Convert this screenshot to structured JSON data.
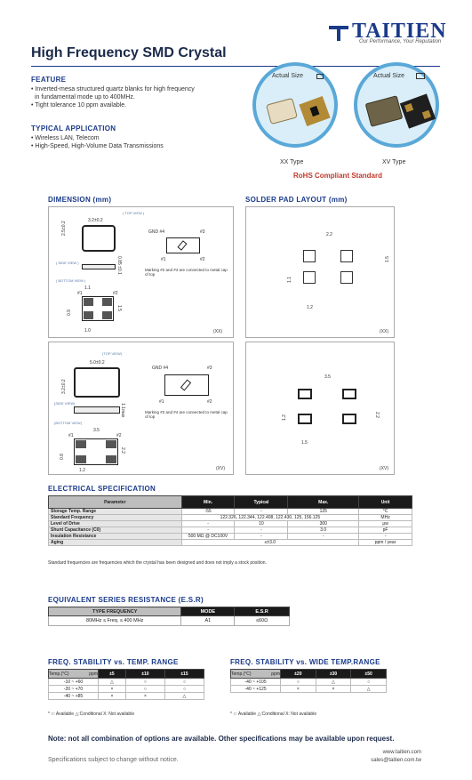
{
  "brand": {
    "name": "TAITIEN",
    "tagline": "Our Performance, Your Reputation"
  },
  "title": "High Frequency SMD Crystal",
  "feature": {
    "heading": "FEATURE",
    "bullets": [
      "• Inverted-mesa structured quartz blanks for high frequency",
      "  in fundamental mode up to 400MHz.",
      "• Tight tolerance 10 ppm available."
    ]
  },
  "application": {
    "heading": "TYPICAL APPLICATION",
    "bullets": [
      "• Wireless LAN, Telecom",
      "• High-Speed, High-Volume Data Transmissions"
    ]
  },
  "photos": {
    "actual_size": "Actual Size",
    "type_xx": "XX Type",
    "type_xv": "XV Type",
    "rohs": "RoHS Compliant Standard"
  },
  "dimension": {
    "heading": "DIMENSION (mm)",
    "xx": {
      "top_view": "( TOP VIEW )",
      "side_view": "( SIDE VIEW )",
      "bottom_view": "( BOTTOM VIEW )",
      "w": "3.2±0.2",
      "h": "2.5±0.2",
      "t": "0.85 ±0.1",
      "gnd": "GND #4",
      "p3": "#3",
      "p1": "#1",
      "p2": "#2",
      "b1": "1.1",
      "b2": "1.5",
      "b3": "0.9",
      "b4": "1.0",
      "marking": "Marking #2 and #4 are connected to metal cap of top",
      "tag": "(XX)"
    },
    "xv": {
      "top_view": "(TOP VIEW)",
      "side_view": "(SIDE VIEW)",
      "bottom_view": "(BOTTOM VIEW)",
      "w": "5.0±0.2",
      "h": "3.2±0.2",
      "t": "1.1max",
      "gnd": "GND #4",
      "p3": "#3",
      "p1": "#1",
      "p2": "#2",
      "b1": "3.5",
      "b2": "2.2",
      "b3": "1.2",
      "b4": "0.8",
      "marking": "Marking #2 and #4 are connected to metal cap of top",
      "tag": "(XV)"
    }
  },
  "solder": {
    "heading": "SOLDER PAD LAYOUT (mm)",
    "xx": {
      "a": "2.2",
      "b": "1.1",
      "c": "1.5",
      "d": "1.2",
      "tag": "(XX)"
    },
    "xv": {
      "a": "3.5",
      "b": "1.2",
      "c": "2.2",
      "d": "1.5",
      "tag": "(XV)"
    }
  },
  "electrical": {
    "heading": "ELECTRICAL SPECIFICATION",
    "headers": [
      "Parameter",
      "Min.",
      "Typical",
      "Max.",
      "Unit"
    ],
    "rows": [
      [
        "Storage Temp. Range",
        "-55",
        "-",
        "125",
        "°C"
      ],
      [
        "Standard Frequency",
        "122.326, 122.344, 122.408, 122.430, 125, 156.125",
        "",
        "",
        "MHz"
      ],
      [
        "Level of Drive",
        "-",
        "10",
        "300",
        "μw"
      ],
      [
        "Shunt Capacitance (C0)",
        "-",
        "-",
        "3.0",
        "pF"
      ],
      [
        "Insulation Resistance",
        "500 MΩ @ DC100V",
        "-",
        "-",
        "-"
      ],
      [
        "Aging",
        "",
        "≤±3.0",
        "",
        "ppm / year"
      ]
    ],
    "footnote": "Standard frequencies are frequencies which the crystal has been designed and does not imply a stock position."
  },
  "esr": {
    "heading": "EQUIVALENT SERIES RESISTANCE (E.S.R)",
    "headers": [
      "TYPE FREQUENCY",
      "MODE",
      "E.S.R"
    ],
    "rows": [
      [
        "80MHz ≤ Freq. ≤ 400 MHz",
        "A1",
        "≤60Ω"
      ]
    ]
  },
  "freq_temp": {
    "heading": "FREQ. STABILITY vs. TEMP. RANGE",
    "corner_ppm": "ppm",
    "corner_temp": "Temp.(°C)",
    "cols": [
      "±5",
      "±10",
      "±15"
    ],
    "rows": [
      [
        "-10 ~ +60",
        "△",
        "○",
        "○"
      ],
      [
        "-20 ~ +70",
        "×",
        "○",
        "○"
      ],
      [
        "-40 ~ +85",
        "×",
        "×",
        "△"
      ]
    ],
    "legend": "* ○: Available △:Conditional X: Not available"
  },
  "freq_wide": {
    "heading": "FREQ. STABILITY vs. WIDE TEMP.RANGE",
    "corner_ppm": "ppm",
    "corner_temp": "Temp.(°C)",
    "cols": [
      "±20",
      "±30",
      "±50"
    ],
    "rows": [
      [
        "-40 ~ +105",
        "○",
        "△",
        "○"
      ],
      [
        "-40 ~ +125",
        "×",
        "×",
        "△"
      ]
    ],
    "legend": "* ○: Available △:Conditional X: Not available"
  },
  "note": "Note: not all combination of options are available. Other specifications may be available upon request.",
  "footer": {
    "disclaimer": "Specifications subject to change without notice.",
    "web": "www.taitien.com",
    "email": "sales@taitien.com.tw"
  }
}
